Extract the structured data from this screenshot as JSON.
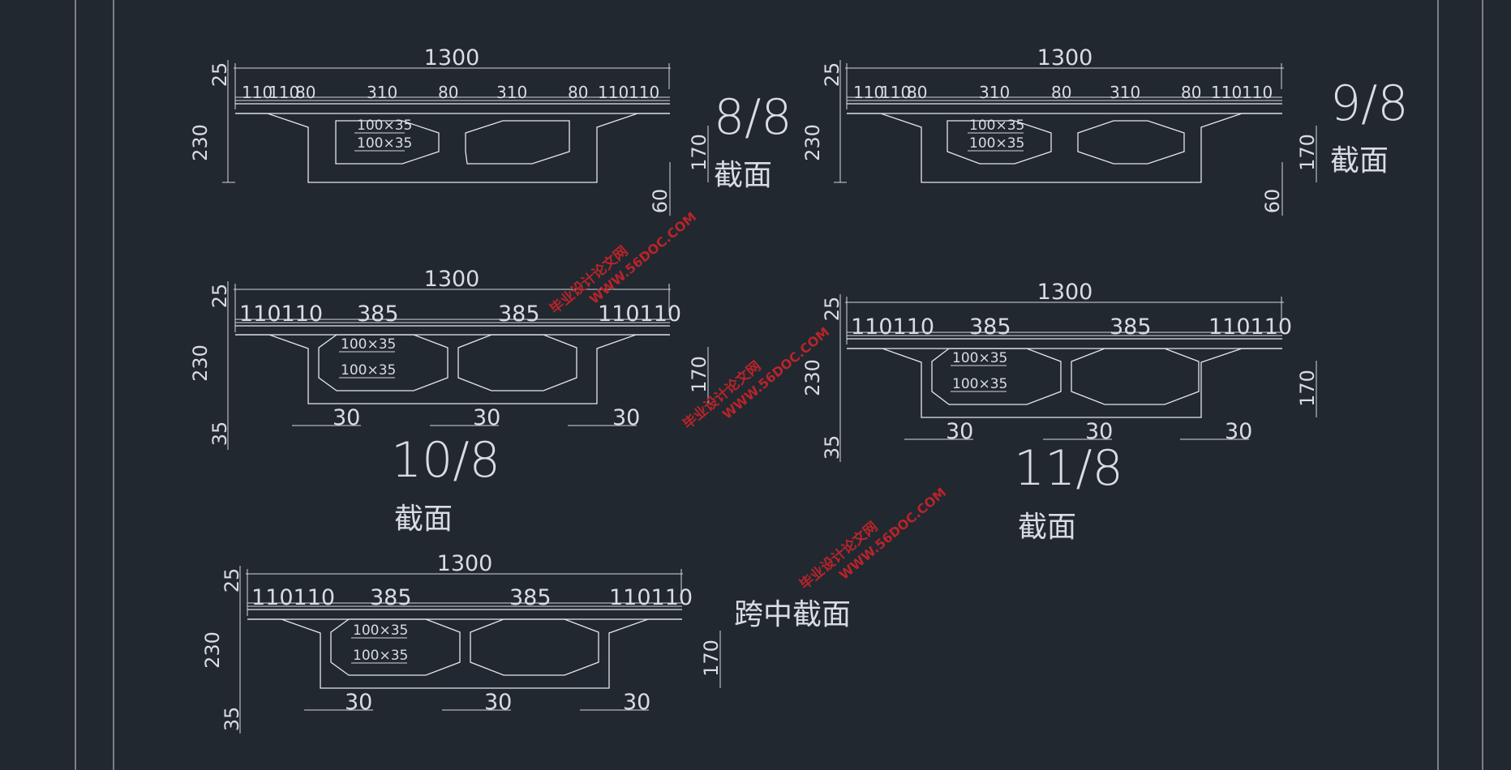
{
  "dims": {
    "width_total": "1300",
    "flange_top": "25",
    "height": "230",
    "web_height": "170",
    "support_len": "60",
    "haunch": "35",
    "bottom_step": "30",
    "hole": "100×35",
    "split_a": [
      "110",
      "110",
      "80",
      "310",
      "80",
      "310",
      "80",
      "110",
      "110"
    ],
    "split_b": [
      "110110",
      "385",
      "385",
      "110110"
    ]
  },
  "titles": {
    "s1_num": "8/8",
    "s2_num": "9/8",
    "s3_num": "10/8",
    "s4_num": "11/8",
    "section": "截面",
    "midspan": "跨中截面"
  },
  "watermarks": {
    "site": "WWW.56DOC.COM",
    "name": "毕业设计论文网"
  }
}
